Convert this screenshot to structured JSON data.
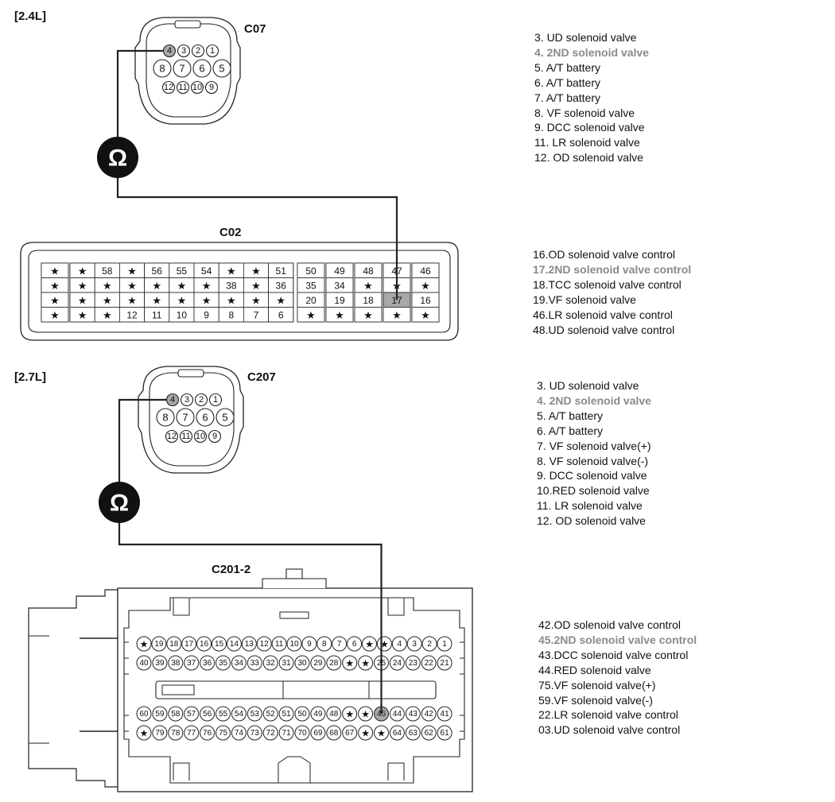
{
  "section_24": {
    "label": "[2.4L]",
    "sensor_connector": {
      "name": "C07",
      "row1": [
        "4",
        "3",
        "2",
        "1"
      ],
      "row2": [
        "8",
        "7",
        "6",
        "5"
      ],
      "row3": [
        "12",
        "11",
        "10",
        "9"
      ],
      "highlight_pin": "4"
    },
    "ohm_symbol": "Ω",
    "ecu_connector": {
      "name": "C02",
      "highlight_pin": "17",
      "blocks": [
        [
          [
            "★",
            "★",
            "★",
            "★"
          ]
        ],
        [
          [
            "★",
            "58",
            "★",
            "56",
            "55",
            "54",
            "★",
            "★",
            "51"
          ],
          [
            "★",
            "★",
            "★",
            "★",
            "★",
            "★",
            "38",
            "★",
            "36"
          ],
          [
            "★",
            "★",
            "★",
            "★",
            "★",
            "★",
            "★",
            "★",
            "★"
          ],
          [
            "★",
            "★",
            "12",
            "11",
            "10",
            "9",
            "8",
            "7",
            "6"
          ]
        ],
        [
          [
            "50",
            "35",
            "20",
            "★"
          ]
        ],
        [
          [
            "49",
            "34",
            "19",
            "★"
          ]
        ],
        [
          [
            "48",
            "★",
            "18",
            "★"
          ]
        ],
        [
          [
            "47",
            "★",
            "17",
            "★"
          ]
        ],
        [
          [
            "46",
            "★",
            "16",
            "★"
          ]
        ]
      ]
    },
    "pins_sensor": [
      {
        "text": "3. UD solenoid valve",
        "hl": false
      },
      {
        "text": "4. 2ND solenoid valve",
        "hl": true
      },
      {
        "text": "5. A/T battery",
        "hl": false
      },
      {
        "text": "6. A/T battery",
        "hl": false
      },
      {
        "text": "7. A/T battery",
        "hl": false
      },
      {
        "text": "8. VF solenoid valve",
        "hl": false
      },
      {
        "text": "9. DCC solenoid valve",
        "hl": false
      },
      {
        "text": "11. LR solenoid valve",
        "hl": false
      },
      {
        "text": "12. OD solenoid valve",
        "hl": false
      }
    ],
    "pins_ecu": [
      {
        "text": "16.OD solenoid valve control",
        "hl": false
      },
      {
        "text": "17.2ND solenoid valve control",
        "hl": true
      },
      {
        "text": "18.TCC solenoid valve control",
        "hl": false
      },
      {
        "text": "19.VF solenoid valve",
        "hl": false
      },
      {
        "text": "46.LR solenoid valve control",
        "hl": false
      },
      {
        "text": "48.UD solenoid valve control",
        "hl": false
      }
    ]
  },
  "section_27": {
    "label": "[2.7L]",
    "sensor_connector": {
      "name": "C207",
      "row1": [
        "4",
        "3",
        "2",
        "1"
      ],
      "row2": [
        "8",
        "7",
        "6",
        "5"
      ],
      "row3": [
        "12",
        "11",
        "10",
        "9"
      ],
      "highlight_pin": "4"
    },
    "ohm_symbol": "Ω",
    "ecu_connector": {
      "name": "C201-2",
      "highlight_pin": "45",
      "rows": [
        [
          "★",
          "19",
          "18",
          "17",
          "16",
          "15",
          "14",
          "13",
          "12",
          "11",
          "10",
          "9",
          "8",
          "7",
          "6",
          "★",
          "★",
          "4",
          "3",
          "2",
          "1"
        ],
        [
          "40",
          "39",
          "38",
          "37",
          "36",
          "35",
          "34",
          "33",
          "32",
          "31",
          "30",
          "29",
          "28",
          "★",
          "★",
          "25",
          "24",
          "23",
          "22",
          "21"
        ],
        [
          "60",
          "59",
          "58",
          "57",
          "56",
          "55",
          "54",
          "53",
          "52",
          "51",
          "50",
          "49",
          "48",
          "★",
          "★",
          "45",
          "44",
          "43",
          "42",
          "41"
        ],
        [
          "★",
          "79",
          "78",
          "77",
          "76",
          "75",
          "74",
          "73",
          "72",
          "71",
          "70",
          "69",
          "68",
          "67",
          "★",
          "★",
          "64",
          "63",
          "62",
          "61"
        ]
      ]
    },
    "pins_sensor": [
      {
        "text": "3. UD solenoid valve",
        "hl": false
      },
      {
        "text": "4. 2ND solenoid valve",
        "hl": true
      },
      {
        "text": "5. A/T battery",
        "hl": false
      },
      {
        "text": "6. A/T battery",
        "hl": false
      },
      {
        "text": "7. VF solenoid valve(+)",
        "hl": false
      },
      {
        "text": "8. VF solenoid valve(-)",
        "hl": false
      },
      {
        "text": "9. DCC solenoid valve",
        "hl": false
      },
      {
        "text": "10.RED solenoid valve",
        "hl": false
      },
      {
        "text": "11. LR solenoid valve",
        "hl": false
      },
      {
        "text": "12. OD solenoid valve",
        "hl": false
      }
    ],
    "pins_ecu": [
      {
        "text": "42.OD solenoid valve control",
        "hl": false
      },
      {
        "text": "45.2ND solenoid valve control",
        "hl": true
      },
      {
        "text": "43.DCC solenoid valve control",
        "hl": false
      },
      {
        "text": "44.RED solenoid valve",
        "hl": false
      },
      {
        "text": "75.VF solenoid valve(+)",
        "hl": false
      },
      {
        "text": "59.VF solenoid valve(-)",
        "hl": false
      },
      {
        "text": "22.LR solenoid valve control",
        "hl": false
      },
      {
        "text": "03.UD solenoid valve control",
        "hl": false
      }
    ]
  },
  "colors": {
    "line": "#222222",
    "highlight_fill": "#a8a8a8",
    "highlight_text": "#8a8a8a",
    "ohm_fill": "#111111"
  }
}
